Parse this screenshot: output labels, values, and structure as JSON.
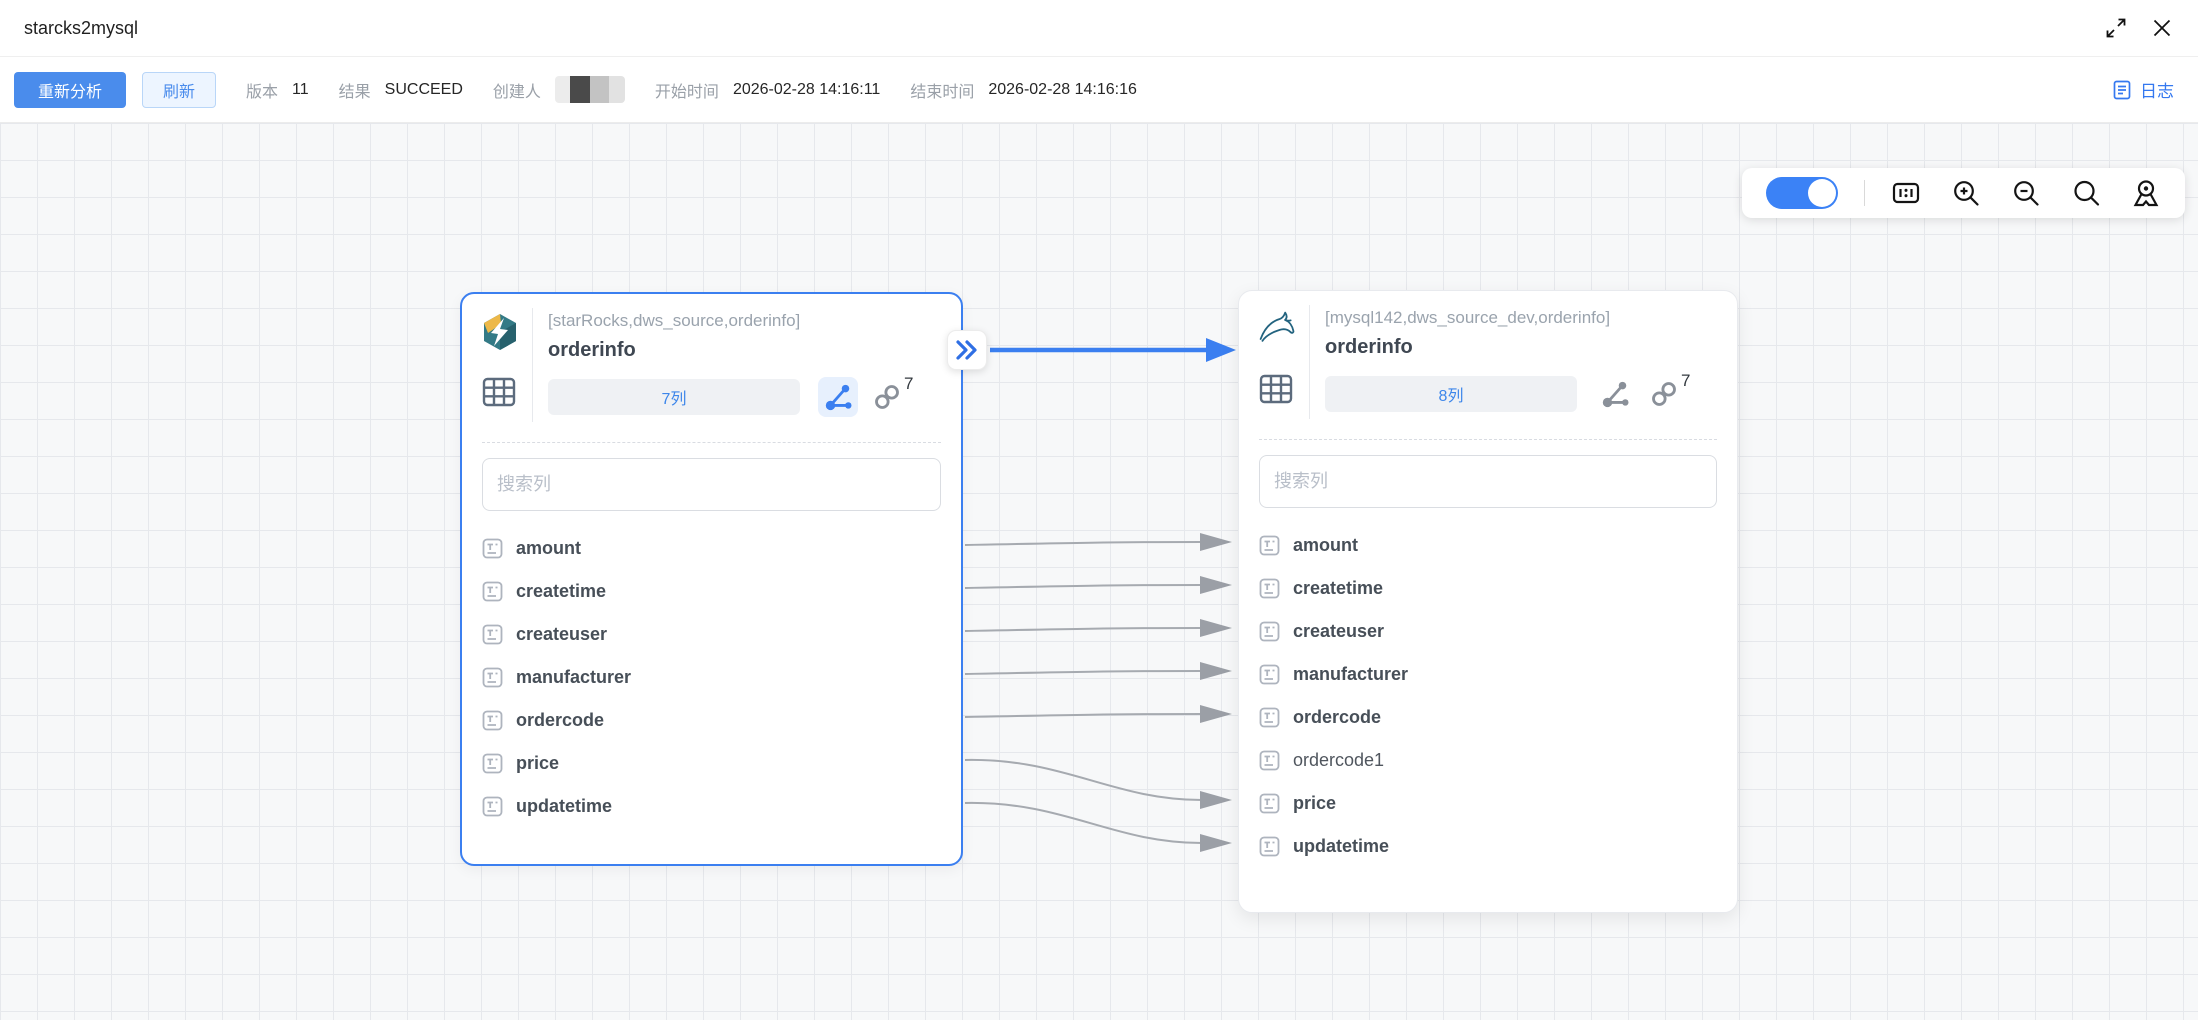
{
  "window": {
    "title": "starcks2mysql"
  },
  "toolbar": {
    "reanalyze_label": "重新分析",
    "refresh_label": "刷新",
    "version_label": "版本",
    "version_value": "11",
    "result_label": "结果",
    "result_value": "SUCCEED",
    "creator_label": "创建人",
    "start_label": "开始时间",
    "start_value": "2026-02-28 14:16:11",
    "end_label": "结束时间",
    "end_value": "2026-02-28 14:16:16",
    "log_label": "日志"
  },
  "colors": {
    "accent": "#3b7ff0",
    "primary_button": "#4a8cec",
    "mapping_line": "#a6aab0",
    "grid_line": "#e6e8ec",
    "canvas_bg": "#f7f8f9"
  },
  "icons": {
    "titlebar": [
      "fullscreen-icon",
      "close-icon"
    ],
    "log": "document-icon",
    "canvas_controls": [
      "toggle-switch",
      "fit-ratio-icon",
      "zoom-in-icon",
      "zoom-out-icon",
      "search-icon",
      "locate-icon"
    ],
    "card": [
      "starrocks-logo",
      "mysql-logo",
      "table-grid-icon",
      "lineage-icon",
      "link-icon",
      "field-icon"
    ]
  },
  "cards": {
    "source": {
      "db_type": "starRocks",
      "header_path": "[starRocks,dws_source,orderinfo]",
      "table_name": "orderinfo",
      "columns_badge": "7列",
      "link_count": "7",
      "search_placeholder": "搜索列",
      "columns": [
        {
          "name": "amount",
          "mapped": true
        },
        {
          "name": "createtime",
          "mapped": true
        },
        {
          "name": "createuser",
          "mapped": true
        },
        {
          "name": "manufacturer",
          "mapped": true
        },
        {
          "name": "ordercode",
          "mapped": true
        },
        {
          "name": "price",
          "mapped": true
        },
        {
          "name": "updatetime",
          "mapped": true
        }
      ]
    },
    "target": {
      "db_type": "mysql",
      "header_path": "[mysql142,dws_source_dev,orderinfo]",
      "table_name": "orderinfo",
      "columns_badge": "8列",
      "link_count": "7",
      "search_placeholder": "搜索列",
      "columns": [
        {
          "name": "amount",
          "mapped": true
        },
        {
          "name": "createtime",
          "mapped": true
        },
        {
          "name": "createuser",
          "mapped": true
        },
        {
          "name": "manufacturer",
          "mapped": true
        },
        {
          "name": "ordercode",
          "mapped": true
        },
        {
          "name": "ordercode1",
          "mapped": false
        },
        {
          "name": "price",
          "mapped": true
        },
        {
          "name": "updatetime",
          "mapped": true
        }
      ]
    }
  },
  "mappings": [
    {
      "from": "amount",
      "to": "amount"
    },
    {
      "from": "createtime",
      "to": "createtime"
    },
    {
      "from": "createuser",
      "to": "createuser"
    },
    {
      "from": "manufacturer",
      "to": "manufacturer"
    },
    {
      "from": "ordercode",
      "to": "ordercode"
    },
    {
      "from": "price",
      "to": "price"
    },
    {
      "from": "updatetime",
      "to": "updatetime"
    }
  ]
}
